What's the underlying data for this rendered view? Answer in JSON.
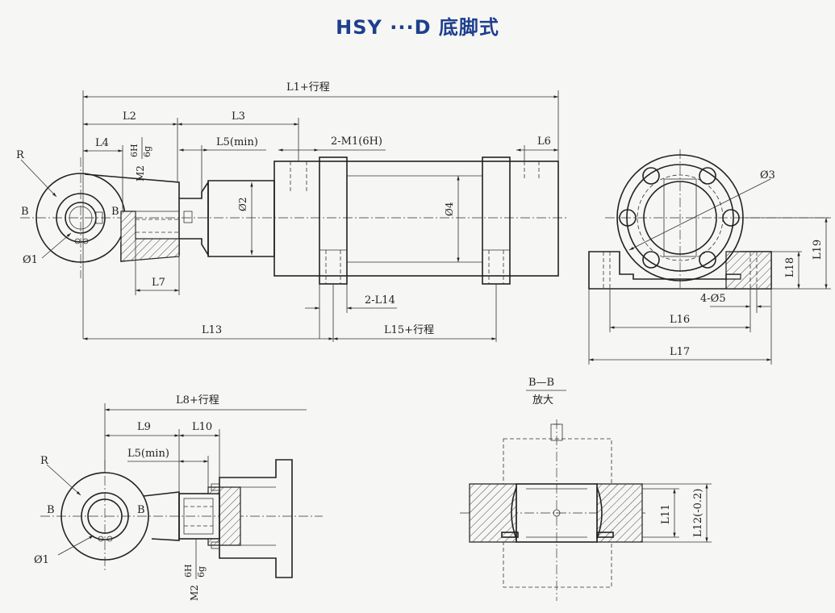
{
  "title": "HSY ···D 底脚式",
  "main_view": {
    "dims": {
      "l1": "L1+行程",
      "l2": "L2",
      "l3": "L3",
      "l4": "L4",
      "l5": "L5(min)",
      "m1": "2-M1(6H)",
      "l6": "L6",
      "r": "R",
      "b_left": "B",
      "b_right": "B",
      "m2": "M2",
      "m2_fit_top": "6H",
      "m2_fit_bottom": "6g",
      "d2": "Ø2",
      "d4": "Ø4",
      "d1": "Ø1",
      "l7": "L7",
      "l14": "2-L14",
      "l13": "L13",
      "l15": "L15+行程"
    }
  },
  "side_view": {
    "dims": {
      "d3": "Ø3",
      "l19": "L19",
      "l18": "L18",
      "d5": "4-Ø5",
      "l16": "L16",
      "l17": "L17"
    }
  },
  "lower_view": {
    "dims": {
      "l8": "L8+行程",
      "l9": "L9",
      "l10": "L10",
      "l5": "L5(min)",
      "r": "R",
      "b_left": "B",
      "b_right": "B",
      "d1": "Ø1",
      "m2": "M2",
      "m2_fit_top": "6H",
      "m2_fit_bottom": "6g"
    }
  },
  "section_view": {
    "title": "B—B",
    "subtitle": "放大",
    "dims": {
      "l11": "L11",
      "l12": "L12(-0.2)"
    }
  }
}
